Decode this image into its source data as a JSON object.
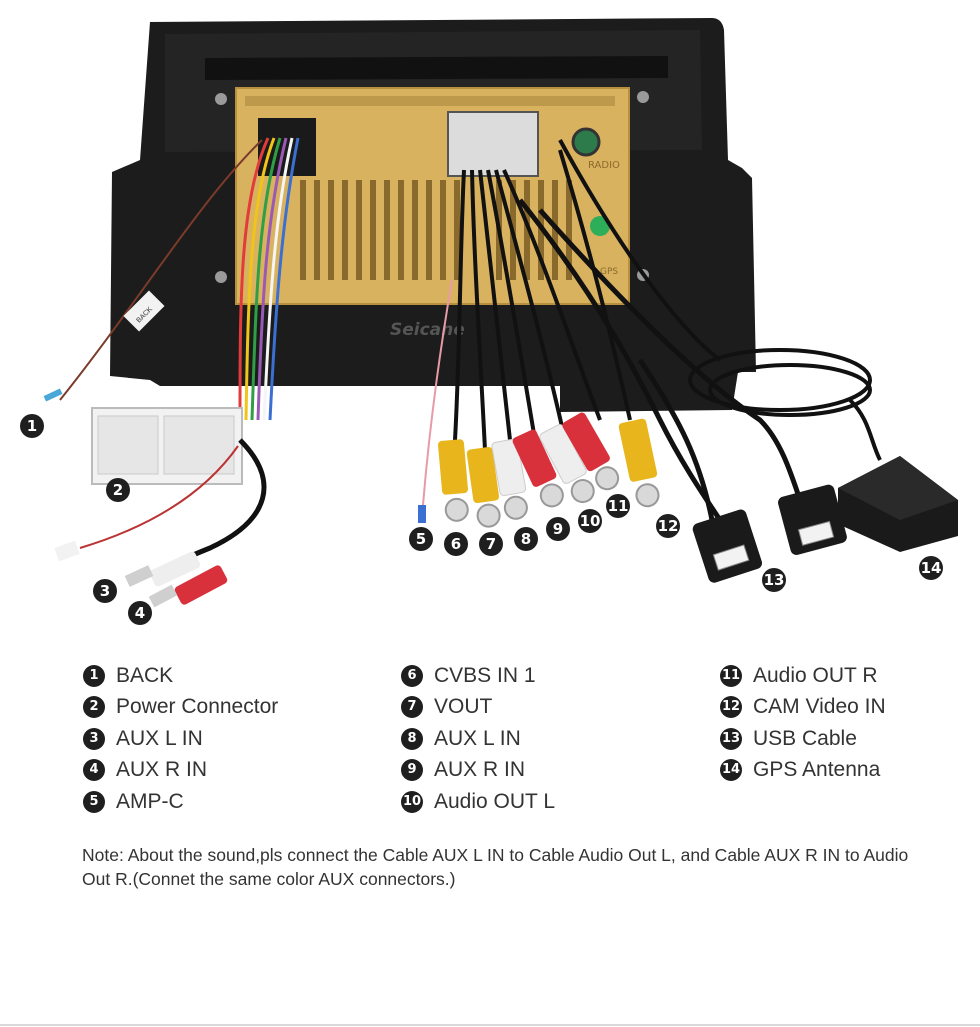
{
  "photo": {
    "watermark": "Seicane",
    "sticker_text": "BACK",
    "port_labels": [
      "RADIO",
      "GPS"
    ]
  },
  "legend": {
    "columns": [
      [
        {
          "num": "1",
          "label": "BACK"
        },
        {
          "num": "2",
          "label": "Power Connector"
        },
        {
          "num": "3",
          "label": "AUX L IN"
        },
        {
          "num": "4",
          "label": "AUX R IN"
        },
        {
          "num": "5",
          "label": "AMP-C"
        }
      ],
      [
        {
          "num": "6",
          "label": "CVBS IN 1"
        },
        {
          "num": "7",
          "label": "VOUT"
        },
        {
          "num": "8",
          "label": "AUX L IN"
        },
        {
          "num": "9",
          "label": "AUX R IN"
        },
        {
          "num": "10",
          "label": "Audio OUT L"
        }
      ],
      [
        {
          "num": "11",
          "label": "Audio OUT R"
        },
        {
          "num": "12",
          "label": "CAM Video IN"
        },
        {
          "num": "13",
          "label": "USB Cable"
        },
        {
          "num": "14",
          "label": "GPS Antenna"
        }
      ]
    ]
  },
  "note": "Note: About the sound,pls connect the Cable AUX L IN to Cable Audio Out L, and Cable AUX R IN to Audio Out R.(Connet the same color AUX connectors.)",
  "colors": {
    "housing": "#1c1c1c",
    "chassis": "#d9b25f",
    "rca_yellow": "#e8b51c",
    "rca_red": "#d9313c",
    "rca_white": "#eeeeee",
    "marker": "#1f1f1f"
  }
}
